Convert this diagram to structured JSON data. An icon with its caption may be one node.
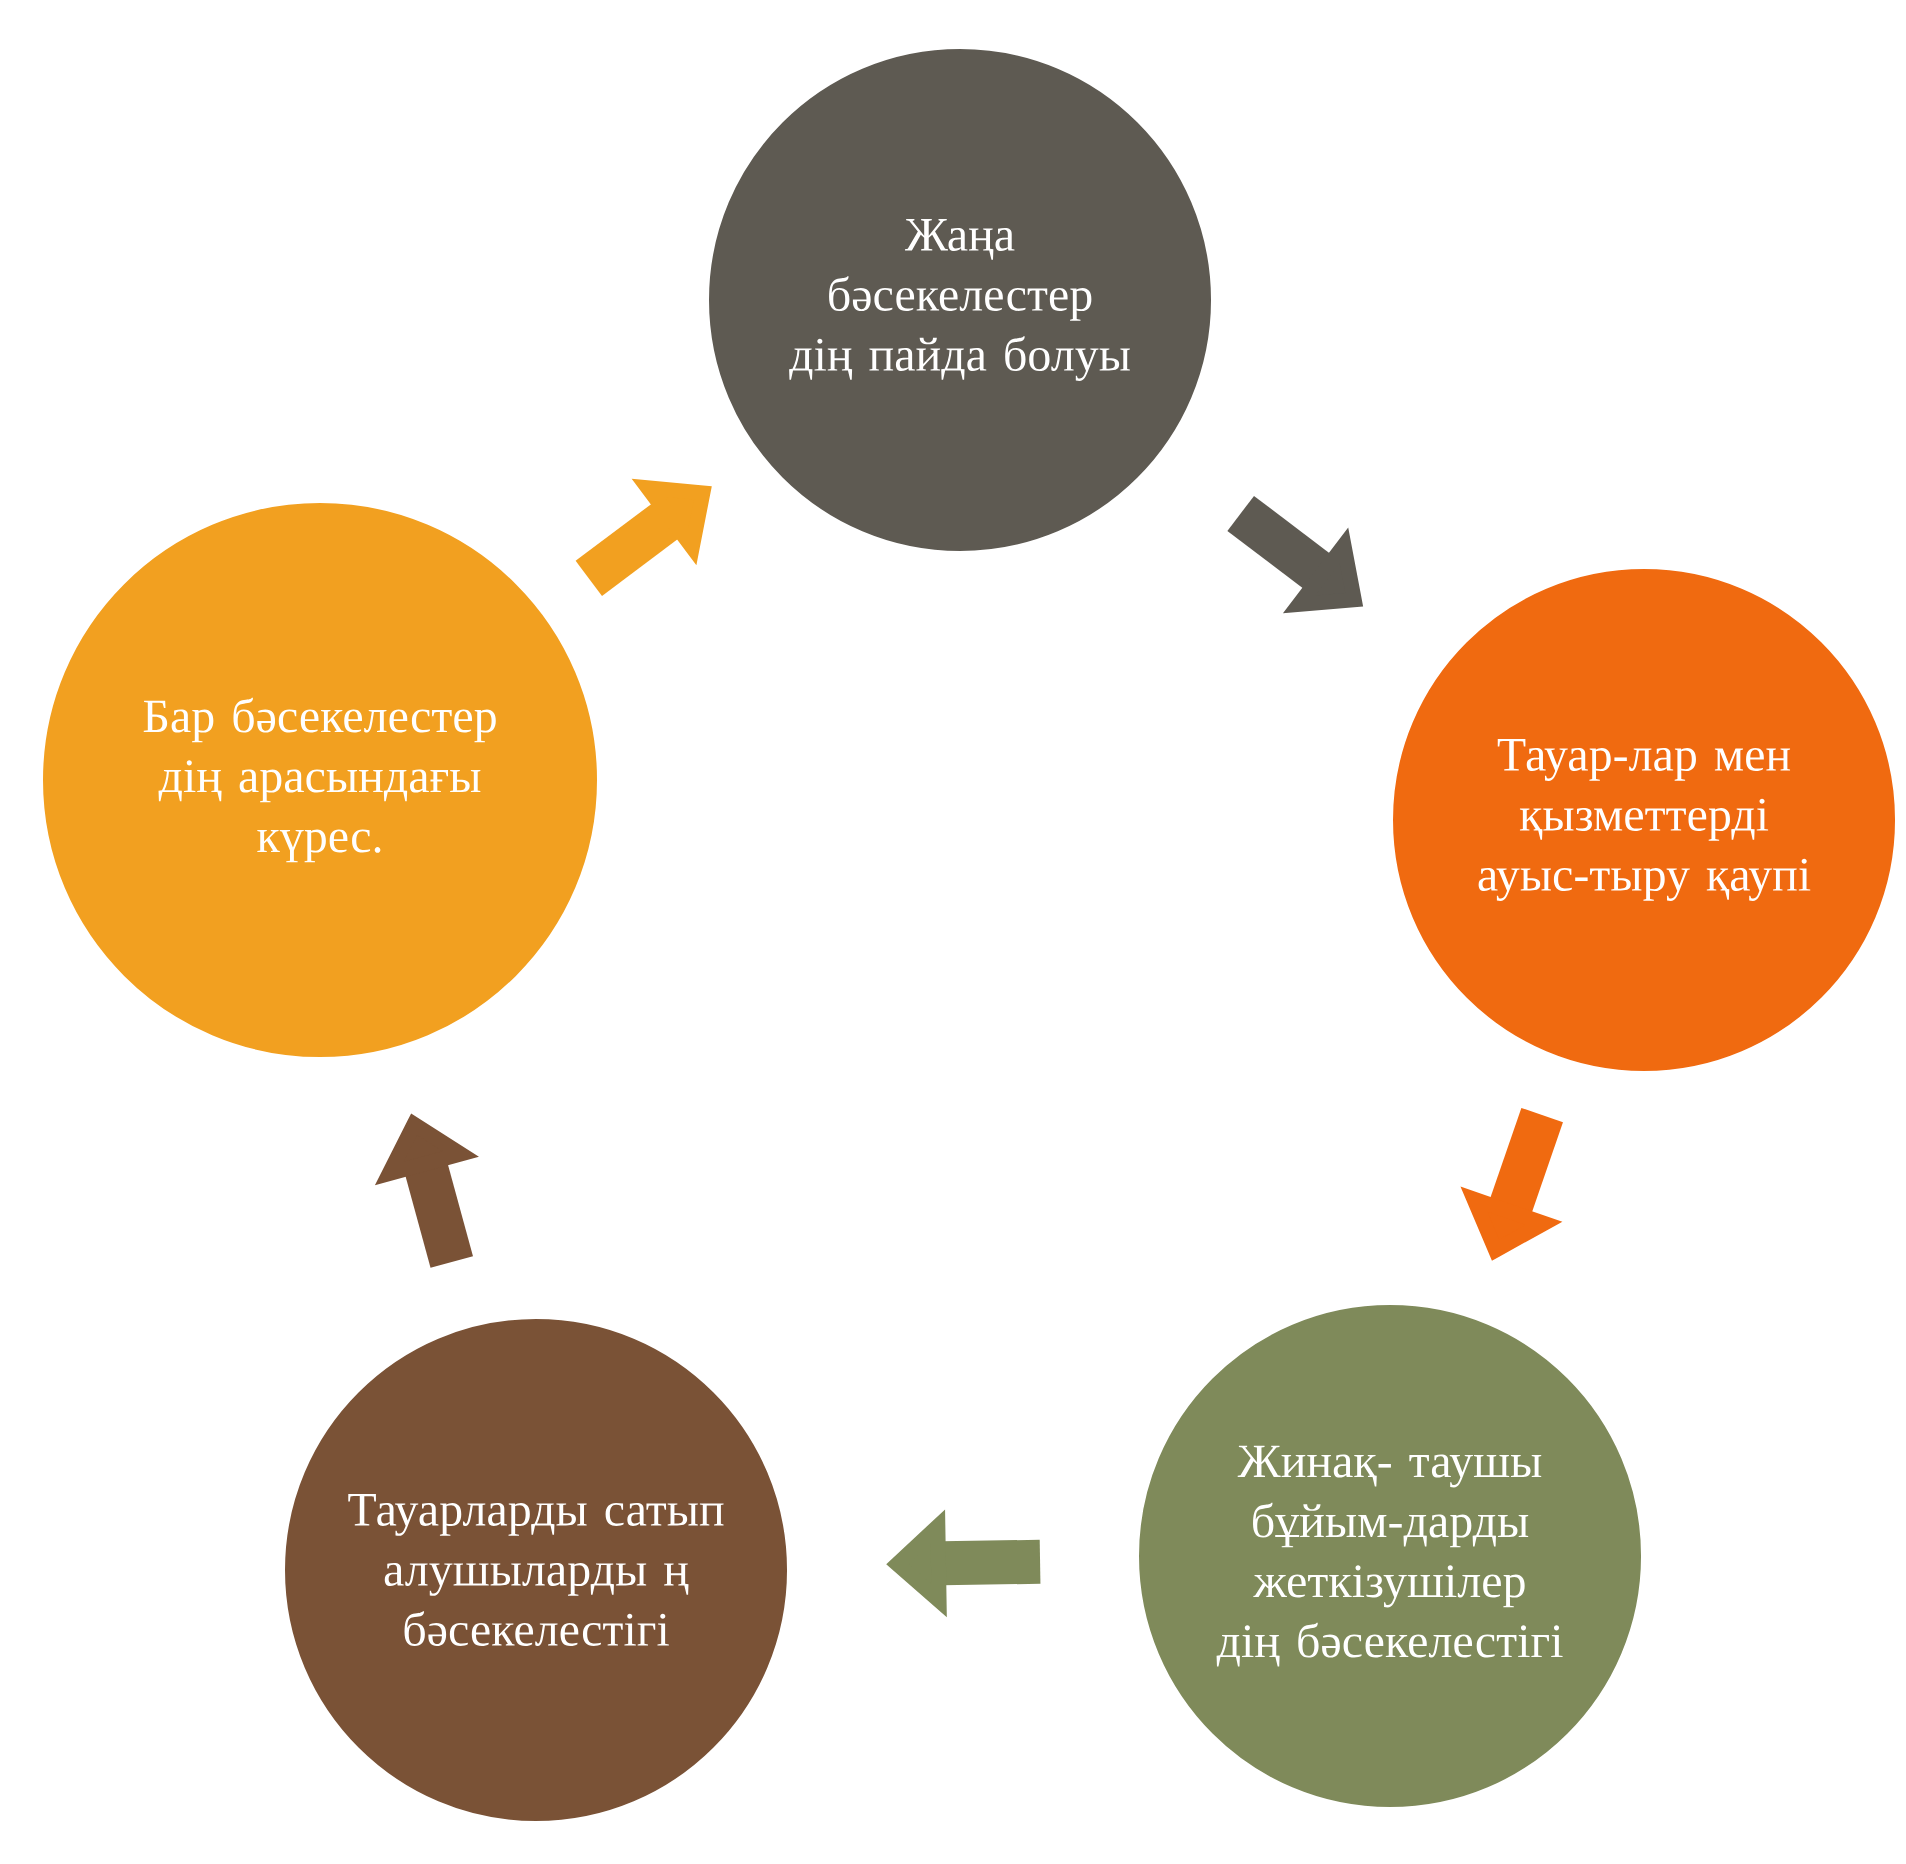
{
  "diagram": {
    "nodes": [
      {
        "text": [
          "Жаңа бәсекелестер дің пайда болуы"
        ]
      },
      {
        "text": [
          "Тауар-лар мен қызметтерді ауыс-тыру қаупі"
        ]
      },
      {
        "text": [
          "Жинақ- таушы бұйым-дарды жеткізушілер дің бәсекелестігі"
        ]
      },
      {
        "text": [
          "Тауарларды сатып алушыларды ң бәсекелестігі"
        ]
      },
      {
        "text": [
          "Бар бәсекелестер дің арасындағы күрес."
        ]
      }
    ],
    "edges": [
      {
        "from": 0,
        "to": 1,
        "arrow": "to",
        "color": "#5e5a52"
      },
      {
        "from": 1,
        "to": 2,
        "arrow": "to",
        "color": "#f06a10"
      },
      {
        "from": 2,
        "to": 3,
        "arrow": "to",
        "color": "#7f8a5a"
      },
      {
        "from": 3,
        "to": 4,
        "arrow": "to",
        "color": "#7a5236"
      },
      {
        "from": 4,
        "to": 0,
        "arrow": "to",
        "color": "#f2a020"
      }
    ]
  }
}
